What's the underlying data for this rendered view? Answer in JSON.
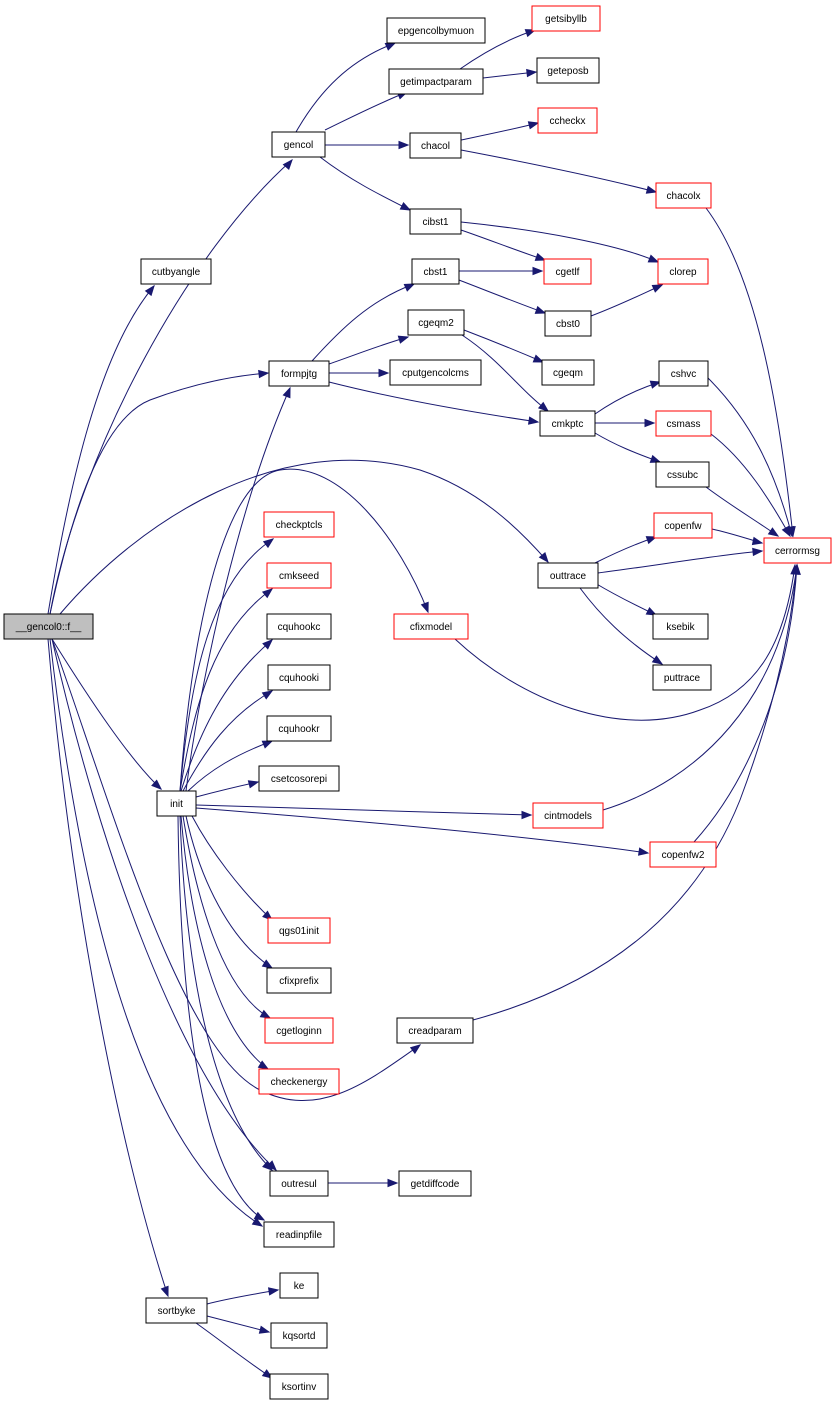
{
  "colors": {
    "edge": "#191970",
    "normal_border": "#000000",
    "external_border": "#ff0000",
    "root_fill": "#bfbfbf"
  },
  "nodes": {
    "root": "__gencol0::f__",
    "epgencolbymuon": "epgencolbymuon",
    "getsibyllb": "getsibyllb",
    "getimpactparam": "getimpactparam",
    "geteposb": "geteposb",
    "gencol": "gencol",
    "chacol": "chacol",
    "ccheckx": "ccheckx",
    "chacolx": "chacolx",
    "cutbyangle": "cutbyangle",
    "cibst1": "cibst1",
    "cbst1": "cbst1",
    "cgetlf": "cgetlf",
    "clorep": "clorep",
    "cbst0": "cbst0",
    "cgeqm2": "cgeqm2",
    "formpjtg": "formpjtg",
    "cputgencolcms": "cputgencolcms",
    "cgeqm": "cgeqm",
    "cshvc": "cshvc",
    "cmkptc": "cmkptc",
    "csmass": "csmass",
    "cssubc": "cssubc",
    "checkptcls": "checkptcls",
    "copenfw": "copenfw",
    "cerrormsg": "cerrormsg",
    "cmkseed": "cmkseed",
    "outtrace": "outtrace",
    "cfixmodel": "cfixmodel",
    "cquhookc": "cquhookc",
    "ksebik": "ksebik",
    "puttrace": "puttrace",
    "cquhooki": "cquhooki",
    "cquhookr": "cquhookr",
    "csetcosorepi": "csetcosorepi",
    "init": "init",
    "cintmodels": "cintmodels",
    "copenfw2": "copenfw2",
    "qgs01init": "qgs01init",
    "cfixprefix": "cfixprefix",
    "cgetloginn": "cgetloginn",
    "creadparam": "creadparam",
    "checkenergy": "checkenergy",
    "outresul": "outresul",
    "getdiffcode": "getdiffcode",
    "readinpfile": "readinpfile",
    "ke": "ke",
    "sortbyke": "sortbyke",
    "kqsortd": "kqsortd",
    "ksortinv": "ksortinv"
  }
}
